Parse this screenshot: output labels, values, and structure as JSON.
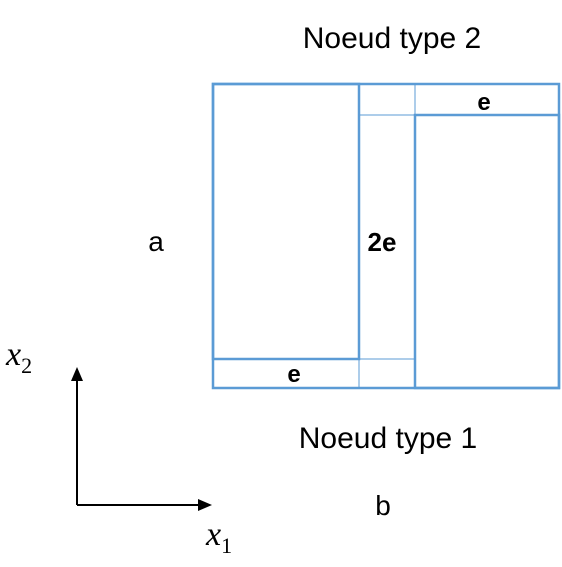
{
  "labels": {
    "top_node": "Noeud type 2",
    "bottom_node": "Noeud type 1",
    "height": "a",
    "width": "b",
    "top_strip": "e",
    "bottom_strip": "e",
    "middle_strip": "2e"
  },
  "axes": {
    "x1_symbol": "x",
    "x1_sub": "1",
    "x2_symbol": "x",
    "x2_sub": "2"
  },
  "colors": {
    "outline": "#5b9bd5",
    "text": "#000000"
  }
}
